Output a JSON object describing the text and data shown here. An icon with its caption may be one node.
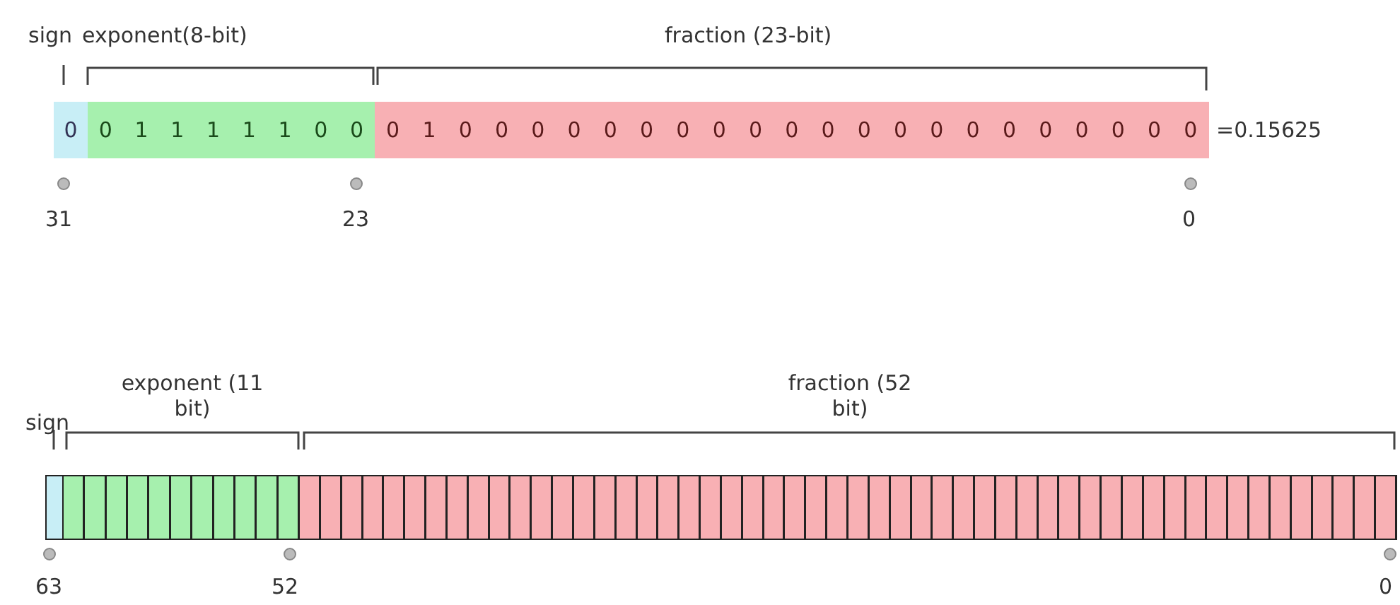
{
  "diagram": {
    "nodes": [
      {
        "text": [
          "0"
        ]
      },
      {
        "text": [
          "0 1 1 1 1 1 0 0"
        ]
      },
      {
        "text": [
          "0 1 0 0 0 0 0 0 0 0 0 0 0 0 0 0 0 0 0 0 0 0 0"
        ]
      },
      {
        "text": [],
        "shape": "bar"
      },
      {
        "text": [],
        "shape": "bar"
      },
      {
        "text": [],
        "shape": "bar"
      }
    ],
    "edges": [],
    "labels": [
      "sign",
      "exponent(8-bit)",
      "fraction (23-bit)",
      "=0.15625",
      "31",
      "23",
      "0",
      "exponent (11 bit)",
      "fraction (52 bit)",
      "sign",
      "63",
      "52",
      "0"
    ]
  }
}
